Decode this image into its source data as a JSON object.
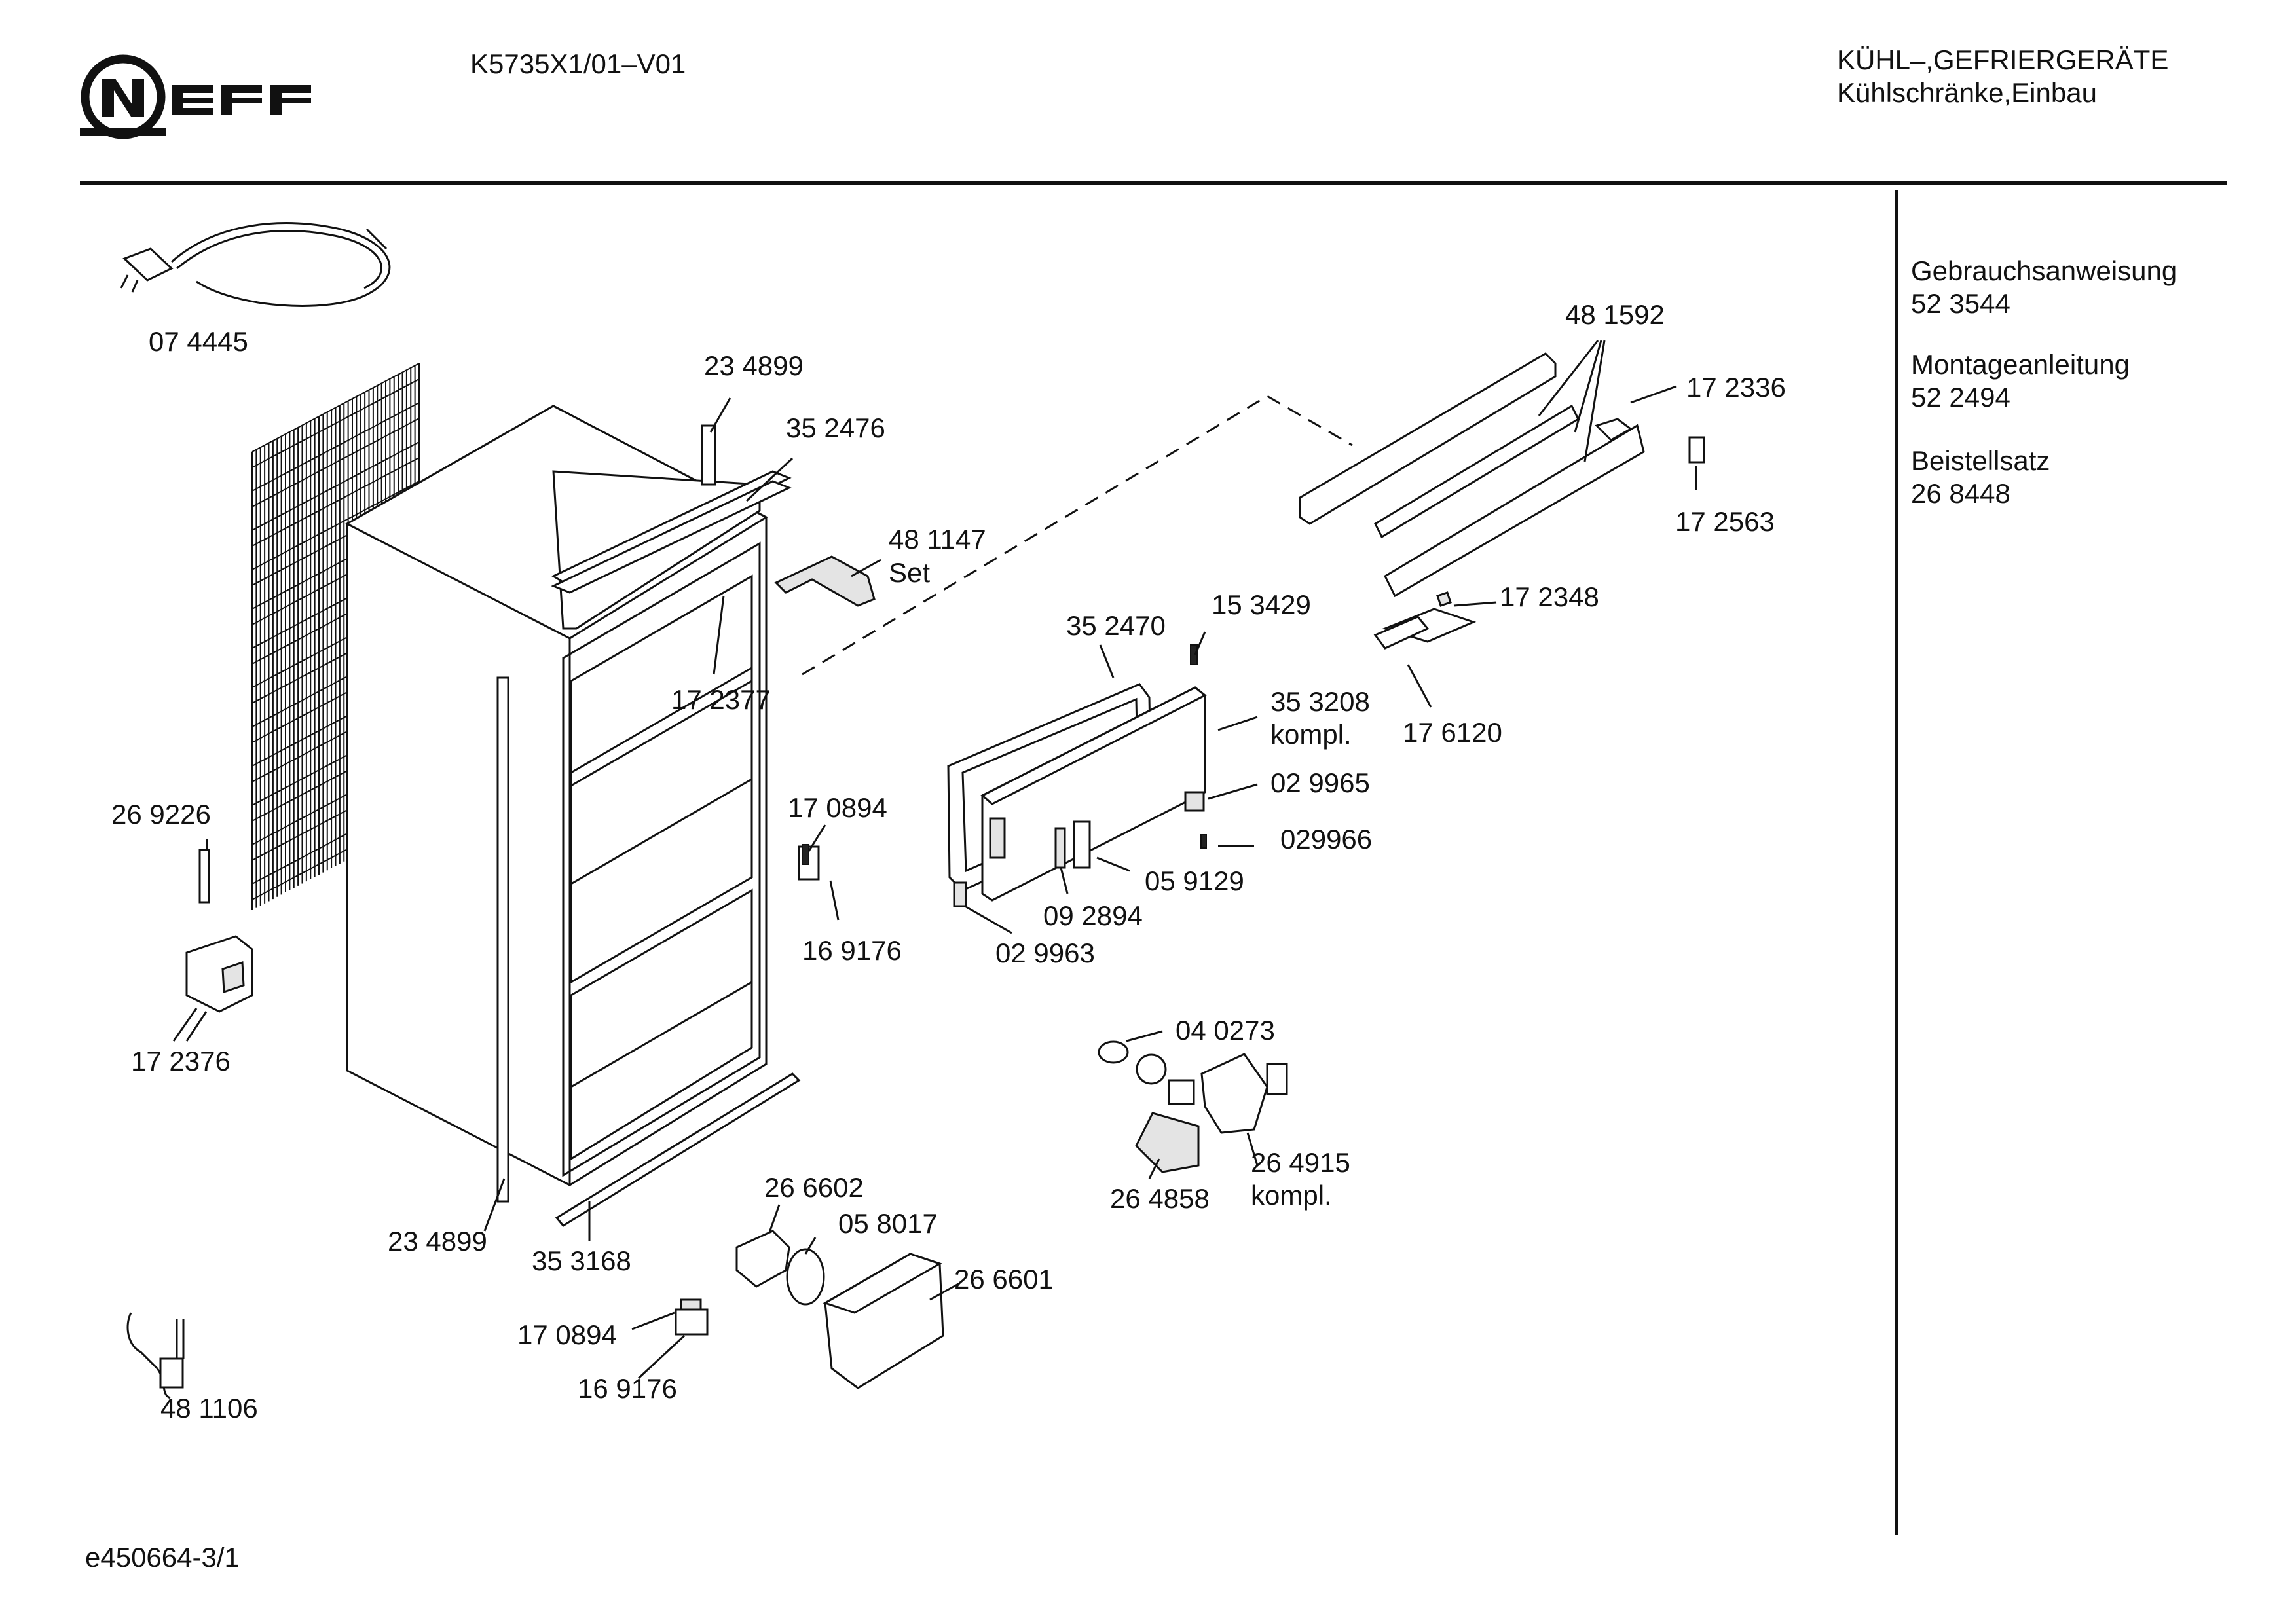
{
  "header": {
    "brand": "NEFF",
    "model": "K5735X1/01–V01",
    "category_line1": "KÜHL–,GEFRIERGERÄTE",
    "category_line2": "Kühlschränke,Einbau"
  },
  "side_panel": [
    {
      "title": "Gebrauchsanweisung",
      "number": "52 3544"
    },
    {
      "title": "Montageanleitung",
      "number": "52 2494"
    },
    {
      "title": "Beistellsatz",
      "number": "26 8448"
    }
  ],
  "parts": [
    {
      "id": "p074445",
      "label": "07 4445"
    },
    {
      "id": "p234899a",
      "label": "23 4899"
    },
    {
      "id": "p352476",
      "label": "35 2476"
    },
    {
      "id": "p481147",
      "label": "48 1147",
      "note": "Set"
    },
    {
      "id": "p172377",
      "label": "17 2377"
    },
    {
      "id": "p481592",
      "label": "48 1592"
    },
    {
      "id": "p172336",
      "label": "17 2336"
    },
    {
      "id": "p172563",
      "label": "17 2563"
    },
    {
      "id": "p172348",
      "label": "17 2348"
    },
    {
      "id": "p176120",
      "label": "17 6120"
    },
    {
      "id": "p352470",
      "label": "35 2470"
    },
    {
      "id": "p153429",
      "label": "15 3429"
    },
    {
      "id": "p353208",
      "label": "35 3208",
      "note": "kompl."
    },
    {
      "id": "p029965",
      "label": "02 9965"
    },
    {
      "id": "p029966",
      "label": "029966"
    },
    {
      "id": "p059129",
      "label": "05 9129"
    },
    {
      "id": "p092894",
      "label": "09 2894"
    },
    {
      "id": "p029963",
      "label": "02 9963"
    },
    {
      "id": "p269226",
      "label": "26 9226"
    },
    {
      "id": "p170894a",
      "label": "17 0894"
    },
    {
      "id": "p169176a",
      "label": "16 9176"
    },
    {
      "id": "p172376",
      "label": "17 2376"
    },
    {
      "id": "p040273",
      "label": "04 0273"
    },
    {
      "id": "p264915",
      "label": "26 4915",
      "note": "kompl."
    },
    {
      "id": "p264858",
      "label": "26 4858"
    },
    {
      "id": "p234899b",
      "label": "23 4899"
    },
    {
      "id": "p353168",
      "label": "35 3168"
    },
    {
      "id": "p266602",
      "label": "26 6602"
    },
    {
      "id": "p058017",
      "label": "05 8017"
    },
    {
      "id": "p266601",
      "label": "26 6601"
    },
    {
      "id": "p170894b",
      "label": "17 0894"
    },
    {
      "id": "p169176b",
      "label": "16 9176"
    },
    {
      "id": "p481106",
      "label": "48 1106"
    }
  ],
  "footer": {
    "drawing_code": "e450664-3/1"
  }
}
